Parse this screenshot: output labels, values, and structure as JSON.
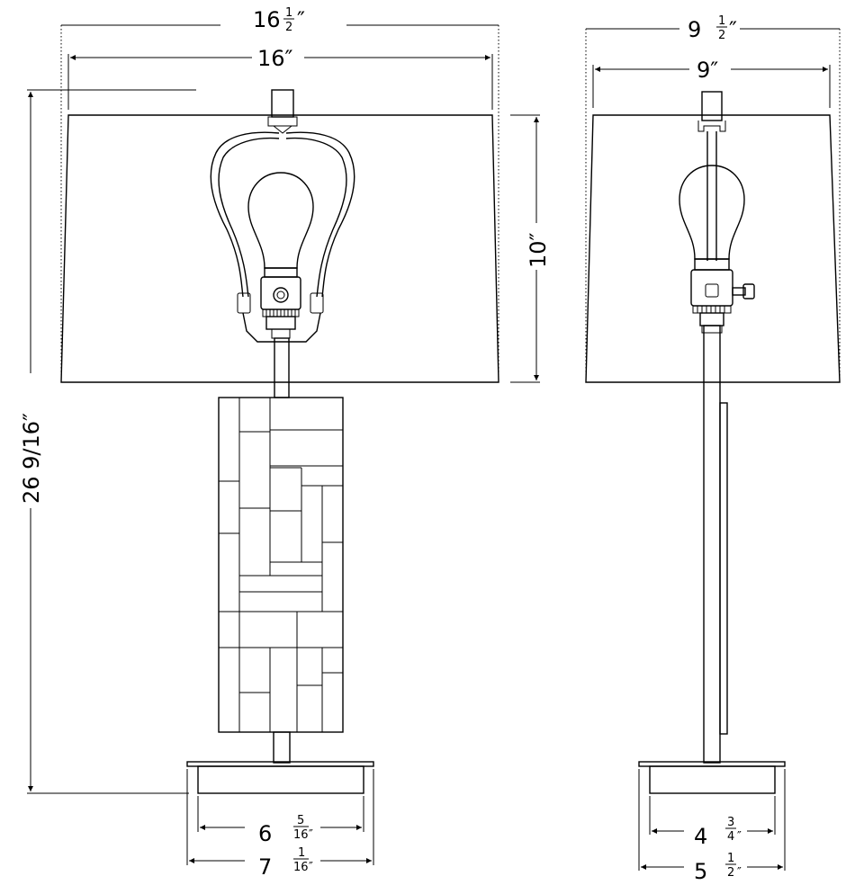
{
  "front_view": {
    "overall_shade_top_width": {
      "whole": "16",
      "num": "1",
      "den": "2",
      "unit": "″"
    },
    "shade_width": "16″",
    "overall_height": "26 9/16″",
    "shade_height": "10″",
    "base_inner_width": {
      "whole": "6",
      "num": "5",
      "den": "16",
      "unit": "″"
    },
    "base_outer_width": {
      "whole": "7",
      "num": "1",
      "den": "16",
      "unit": "″"
    }
  },
  "side_view": {
    "overall_shade_top_width": {
      "whole": "9",
      "num": "1",
      "den": "2",
      "unit": "″"
    },
    "shade_width": "9″",
    "base_inner_width": {
      "whole": "4",
      "num": "3",
      "den": "4",
      "unit": "″"
    },
    "base_outer_width": {
      "whole": "5",
      "num": "1",
      "den": "2",
      "unit": "″"
    }
  }
}
